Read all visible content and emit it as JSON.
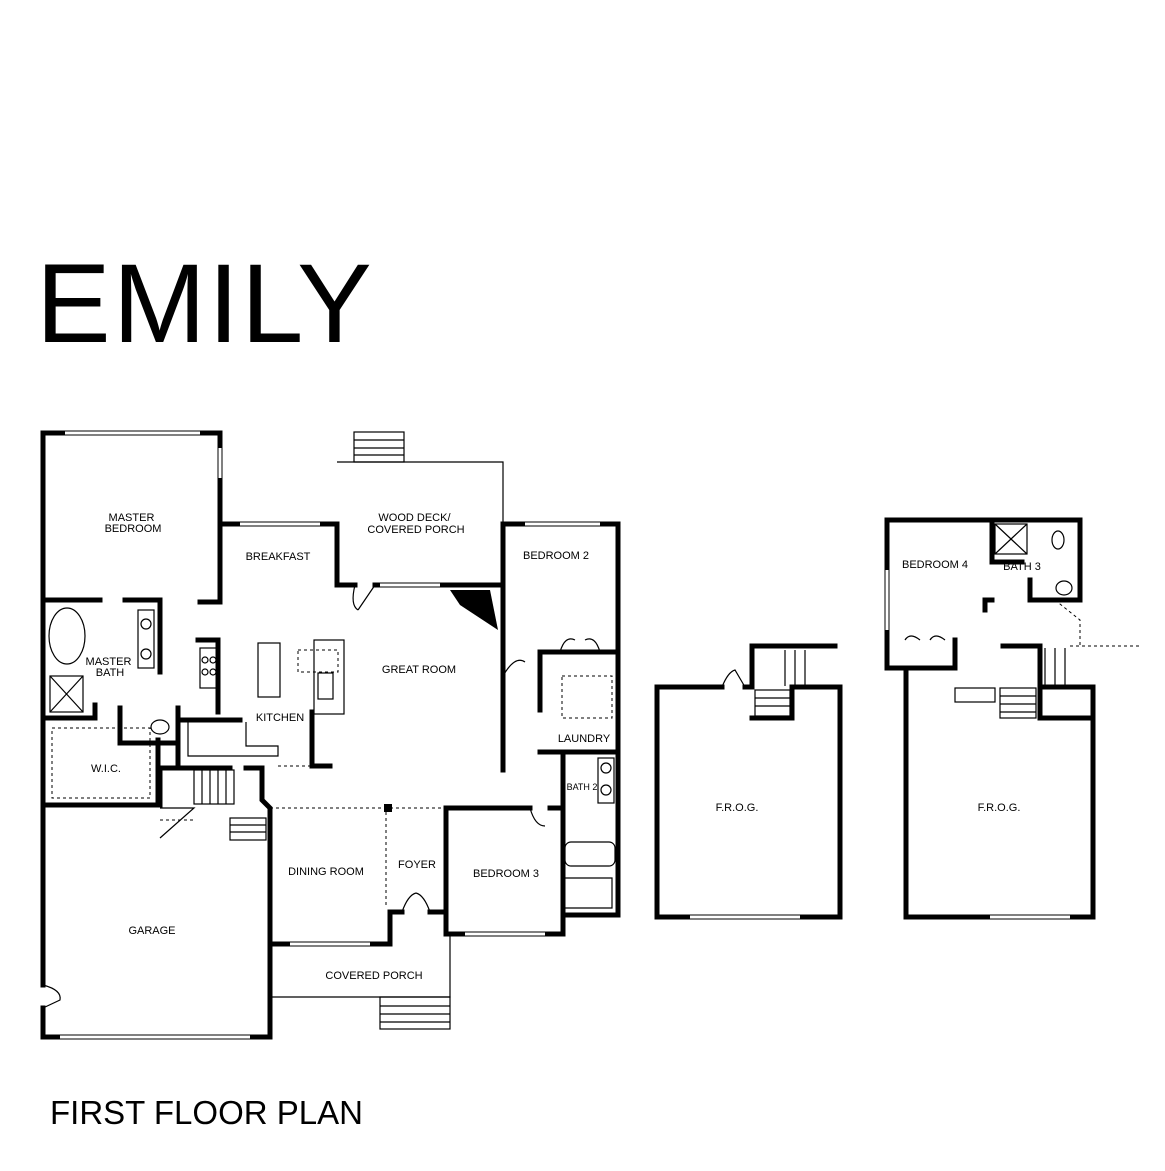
{
  "title": "EMILY",
  "caption": "FIRST FLOOR PLAN",
  "rooms": {
    "master_bedroom": [
      "MASTER",
      "BEDROOM"
    ],
    "breakfast": "BREAKFAST",
    "wood_deck": [
      "WOOD DECK/",
      "COVERED PORCH"
    ],
    "bedroom_2": "BEDROOM 2",
    "master_bath": [
      "MASTER",
      "BATH"
    ],
    "great_room": "GREAT ROOM",
    "kitchen": "KITCHEN",
    "laundry": "LAUNDRY",
    "wic": "W.I.C.",
    "bath_2": "BATH 2",
    "dining_room": "DINING ROOM",
    "foyer": "FOYER",
    "bedroom_3": "BEDROOM 3",
    "garage": "GARAGE",
    "covered_porch": "COVERED PORCH",
    "frog_a": "F.R.O.G.",
    "bedroom_4": "BEDROOM 4",
    "bath_3": "BATH 3",
    "frog_b": "F.R.O.G."
  }
}
